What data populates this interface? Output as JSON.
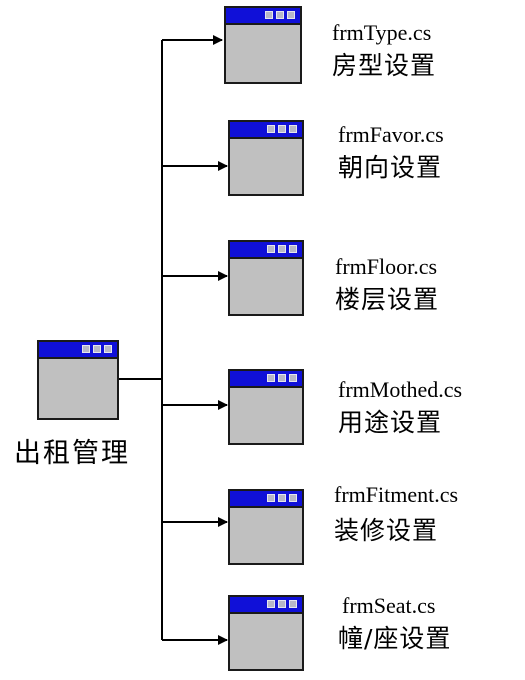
{
  "root": {
    "label": "出租管理"
  },
  "children": [
    {
      "file": "frmType.cs",
      "label": "房型设置"
    },
    {
      "file": "frmFavor.cs",
      "label": "朝向设置"
    },
    {
      "file": "frmFloor.cs",
      "label": "楼层设置"
    },
    {
      "file": "frmMothed.cs",
      "label": "用途设置"
    },
    {
      "file": "frmFitment.cs",
      "label": "装修设置"
    },
    {
      "file": "frmSeat.cs",
      "label": "幢/座设置"
    }
  ],
  "colors": {
    "titlebar": "#1010d8",
    "window_body": "#c0c0c0",
    "line": "#000000"
  }
}
